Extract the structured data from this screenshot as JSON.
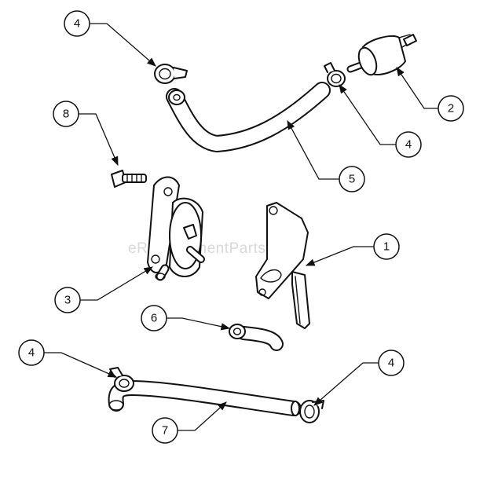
{
  "watermark": "eReplacementParts.com",
  "callouts": [
    {
      "id": "callout-4-top",
      "number": "4"
    },
    {
      "id": "callout-2",
      "number": "2"
    },
    {
      "id": "callout-4-right-top",
      "number": "4"
    },
    {
      "id": "callout-8",
      "number": "8"
    },
    {
      "id": "callout-5",
      "number": "5"
    },
    {
      "id": "callout-1",
      "number": "1"
    },
    {
      "id": "callout-3",
      "number": "3"
    },
    {
      "id": "callout-6",
      "number": "6"
    },
    {
      "id": "callout-4-left-bottom",
      "number": "4"
    },
    {
      "id": "callout-4-right-bottom",
      "number": "4"
    },
    {
      "id": "callout-7",
      "number": "7"
    }
  ]
}
